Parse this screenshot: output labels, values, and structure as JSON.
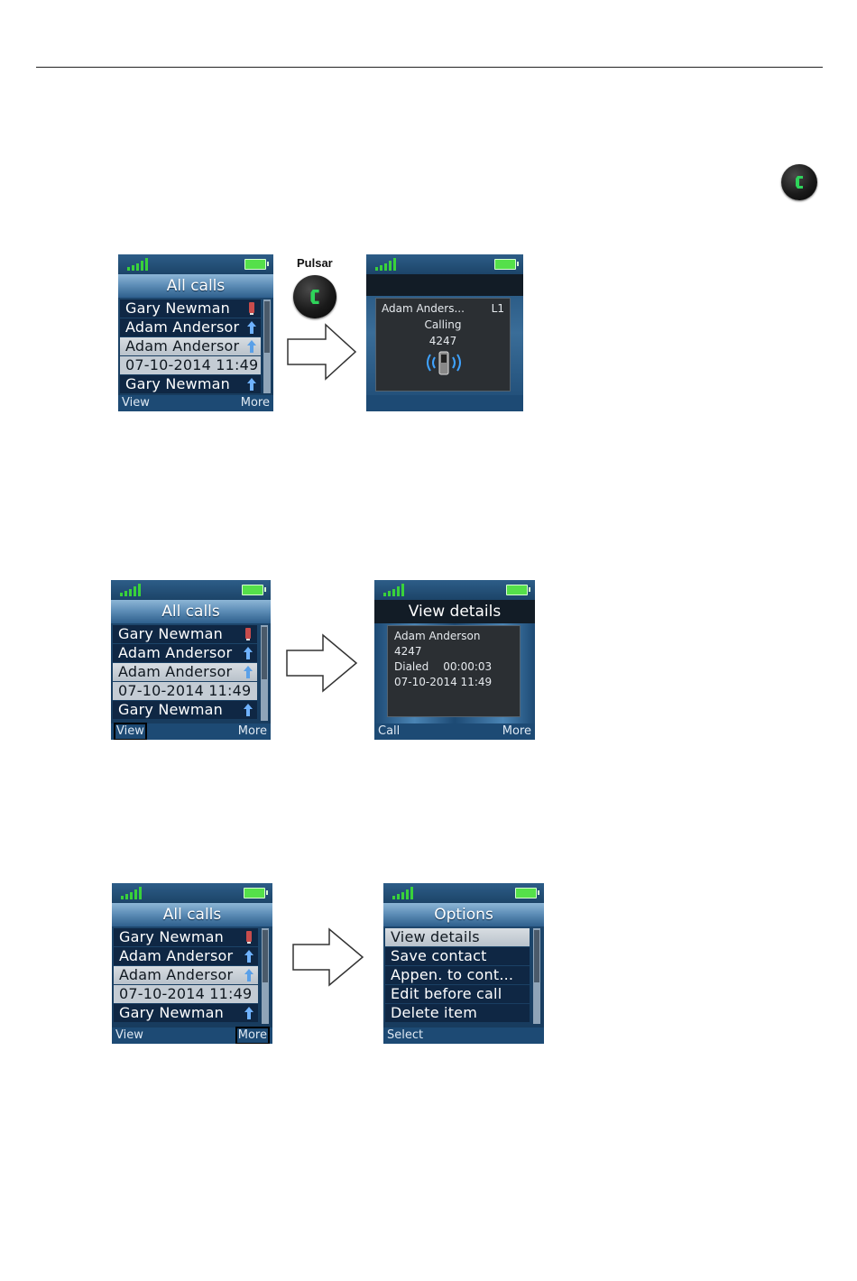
{
  "pulsar_label": "Pulsar",
  "call_list": {
    "title": "All calls",
    "rows": [
      {
        "name": "Gary Newman",
        "icon": "missed-call-icon"
      },
      {
        "name": "Adam Andersor",
        "icon": "outgoing-call-icon"
      },
      {
        "name": "Adam Andersor",
        "icon": "outgoing-call-icon"
      },
      {
        "name": "07-10-2014 11:49",
        "icon": ""
      },
      {
        "name": "Gary Newman",
        "icon": "outgoing-call-icon"
      }
    ],
    "left_softkey": "View",
    "right_softkey": "More"
  },
  "calling_screen": {
    "contact": "Adam Anders...",
    "line": "L1",
    "status": "Calling",
    "number": "4247"
  },
  "details_screen": {
    "title": "View details",
    "name": "Adam Anderson",
    "number": "4247",
    "type": "Dialed",
    "duration": "00:00:03",
    "datetime": "07-10-2014 11:49",
    "left_softkey": "Call",
    "right_softkey": "More"
  },
  "options_screen": {
    "title": "Options",
    "items": [
      "View details",
      "Save contact",
      "Appen. to cont...",
      "Edit before call",
      "Delete item"
    ],
    "left_softkey": "Select"
  },
  "colors": {
    "screen_blue": "#173a5c",
    "signal_green": "#39d23a",
    "call_key_green": "#2ed35a"
  }
}
